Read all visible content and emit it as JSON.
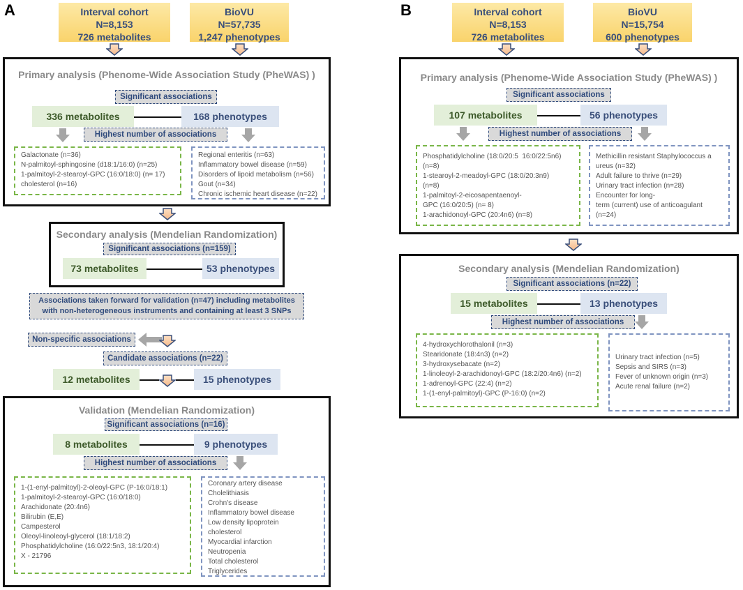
{
  "panel_a": {
    "letter": "A",
    "interval": {
      "l1": "Interval cohort",
      "l2": "N=8,153",
      "l3": "726 metabolites"
    },
    "biovu": {
      "l1": "BioVU",
      "l2": "N=57,735",
      "l3": "1,247 phenotypes"
    },
    "primary": {
      "title": "Primary analysis (Phenome-Wide Association Study (PheWAS) )",
      "sig": "Significant associations",
      "metabolites": "336 metabolites",
      "phenotypes": "168 phenotypes",
      "highest": "Highest number of associations",
      "met_list": [
        "Galactonate (n=36)",
        "N-palmitoyl-sphingosine (d18:1/16:0) (n=25)",
        "1-palmitoyl-2-stearoyl-GPC (16:0/18:0) (n= 17)",
        "cholesterol (n=16)"
      ],
      "phe_list": [
        "Regional enteritis (n=63)",
        "Inflammatory bowel disease (n=59)",
        "Disorders of lipoid metabolism (n=56)",
        "Gout (n=34)",
        "Chronic ischemic heart disease (n=22)"
      ]
    },
    "secondary": {
      "title": "Secondary analysis (Mendelian Randomization)",
      "sig": "Significant associations (n=159)",
      "metabolites": "73 metabolites",
      "phenotypes": "53 phenotypes"
    },
    "forward": {
      "l1": "Associations taken forward for validation (n=47) including metabolites",
      "l2": "with non-heterogeneous instruments and containing at least 3 SNPs"
    },
    "nonspecific": "Non-specific associations",
    "candidate": "Candidate associations (n=22)",
    "cand_met": "12 metabolites",
    "cand_phe": "15 phenotypes",
    "validation": {
      "title": "Validation (Mendelian Randomization)",
      "sig": "Significant associations (n=16)",
      "metabolites": "8 metabolites",
      "phenotypes": "9 phenotypes",
      "highest": "Highest number of associations",
      "met_list": [
        "1-(1-enyl-palmitoyl)-2-oleoyl-GPC (P-16:0/18:1)",
        "1-palmitoyl-2-stearoyl-GPC (16:0/18:0)",
        "Arachidonate (20:4n6)",
        "Bilirubin (E,E)",
        "Campesterol",
        "Oleoyl-linoleoyl-glycerol (18:1/18:2)",
        "Phosphatidylcholine (16:0/22:5n3, 18:1/20:4)",
        "X - 21796"
      ],
      "phe_list": [
        "Coronary artery disease",
        "Cholelithiasis",
        "Crohn's disease",
        "Inflammatory bowel disease",
        "Low density lipoprotein",
        "cholesterol",
        "Myocardial infarction",
        "Neutropenia",
        "Total cholesterol",
        "Triglycerides"
      ]
    }
  },
  "panel_b": {
    "letter": "B",
    "interval": {
      "l1": "Interval cohort",
      "l2": "N=8,153",
      "l3": "726 metabolites"
    },
    "biovu": {
      "l1": "BioVU",
      "l2": "N=15,754",
      "l3": "600 phenotypes"
    },
    "primary": {
      "title": "Primary analysis (Phenome-Wide Association Study (PheWAS) )",
      "sig": "Significant associations",
      "metabolites": "107 metabolites",
      "phenotypes": "56 phenotypes",
      "highest": "Highest number of associations",
      "met_list": [
        "Phosphatidylcholine (18:0/20:5  16:0/22:5n6)",
        "(n=8)",
        "1-stearoyl-2-meadoyl-GPC (18:0/20:3n9)",
        "(n=8)",
        "1-palmitoyl-2-eicosapentaenoyl-",
        "GPC (16:0/20:5) (n= 8)",
        "1-arachidonoyl-GPC (20:4n6) (n=8)"
      ],
      "phe_list": [
        "Methicillin resistant Staphylococcus a",
        "ureus (n=32)",
        "Adult failure to thrive (n=29)",
        "Urinary tract infection (n=28)",
        "Encounter for long-",
        "term (current) use of anticoagulant",
        "(n=24)"
      ]
    },
    "secondary": {
      "title": "Secondary analysis (Mendelian Randomization)",
      "sig": "Significant associations (n=22)",
      "metabolites": "15 metabolites",
      "phenotypes": "13 phenotypes",
      "highest": "Highest number of associations",
      "met_list": [
        "4-hydroxychlorothalonil (n=3)",
        "Stearidonate (18:4n3) (n=2)",
        "3-hydroxysebacate (n=2)",
        "1-linoleoyl-2-arachidonoyl-GPC (18:2/20:4n6) (n=2)",
        "1-adrenoyl-GPC (22:4) (n=2)",
        "1-(1-enyl-palmitoyl)-GPC (P-16:0) (n=2)"
      ],
      "phe_list": [
        "Urinary tract infection (n=5)",
        "Sepsis and SIRS (n=3)",
        "Fever of unknown origin (n=3)",
        "Acute renal failure (n=2)"
      ]
    }
  }
}
